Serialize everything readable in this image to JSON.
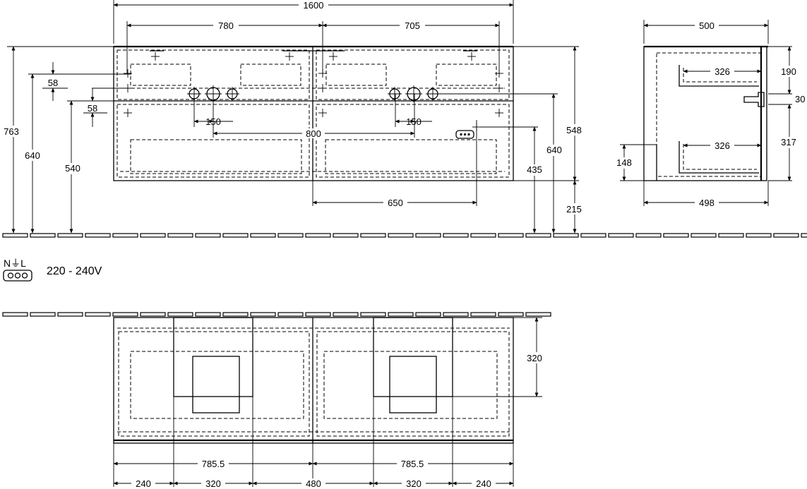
{
  "front_view": {
    "width_total": "1600",
    "width_left_section": "780",
    "width_right_section": "705",
    "height_total": "763",
    "height_inlet_left": "640",
    "height_inlet_second": "540",
    "spacing_top_58": "58",
    "spacing_second_58": "58",
    "spacing_150_left": "150",
    "spacing_150_right": "150",
    "spacing_800": "800",
    "width_650": "650",
    "height_548": "548",
    "height_640_right": "640",
    "height_435": "435",
    "height_215": "215"
  },
  "side_view": {
    "depth_top": "500",
    "drawer_upper": "326",
    "drawer_lower": "326",
    "height_190": "190",
    "height_30": "30",
    "height_317": "317",
    "height_148": "148",
    "depth_bottom": "498"
  },
  "electrical": {
    "symbol_label": "N⏚L",
    "voltage": "220 - 240V"
  },
  "top_view": {
    "depth_320": "320",
    "bowl_spacing_left": "785.5",
    "bowl_spacing_right": "785.5",
    "seg_240_left": "240",
    "seg_320_left": "320",
    "seg_480": "480",
    "seg_320_right": "320",
    "seg_240_right": "240"
  }
}
